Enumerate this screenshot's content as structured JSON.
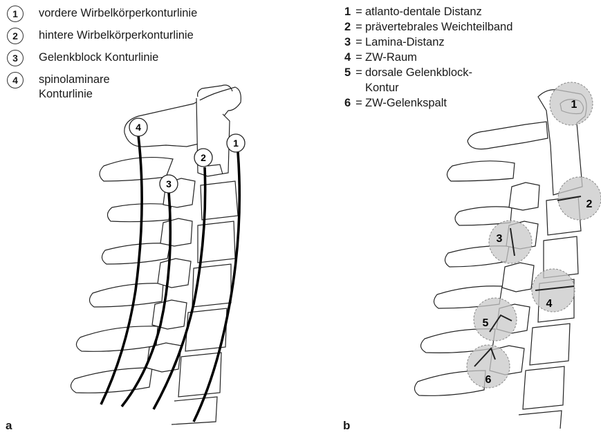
{
  "panel_a": {
    "label": "a",
    "legend": [
      {
        "number": "1",
        "text": "vordere Wirbelkörperkonturlinie"
      },
      {
        "number": "2",
        "text": "hintere Wirbelkörperkonturlinie"
      },
      {
        "number": "3",
        "text": "Gelenkblock Konturlinie"
      },
      {
        "number": "4",
        "text": "spinolaminare",
        "text2": "Konturlinie"
      }
    ],
    "markers": [
      "1",
      "2",
      "3",
      "4"
    ]
  },
  "panel_b": {
    "label": "b",
    "legend": [
      {
        "number": "1",
        "eq": "=",
        "text": "atlanto-dentale Distanz"
      },
      {
        "number": "2",
        "eq": "=",
        "text": "prävertebrales Weichteilband"
      },
      {
        "number": "3",
        "eq": "=",
        "text": "Lamina-Distanz"
      },
      {
        "number": "4",
        "eq": "=",
        "text": "ZW-Raum"
      },
      {
        "number": "5",
        "eq": "=",
        "text": "dorsale Gelenkblock-",
        "text2": "Kontur"
      },
      {
        "number": "6",
        "eq": "=",
        "text": "ZW-Gelenkspalt"
      }
    ],
    "markers": [
      "1",
      "2",
      "3",
      "4",
      "5",
      "6"
    ]
  }
}
